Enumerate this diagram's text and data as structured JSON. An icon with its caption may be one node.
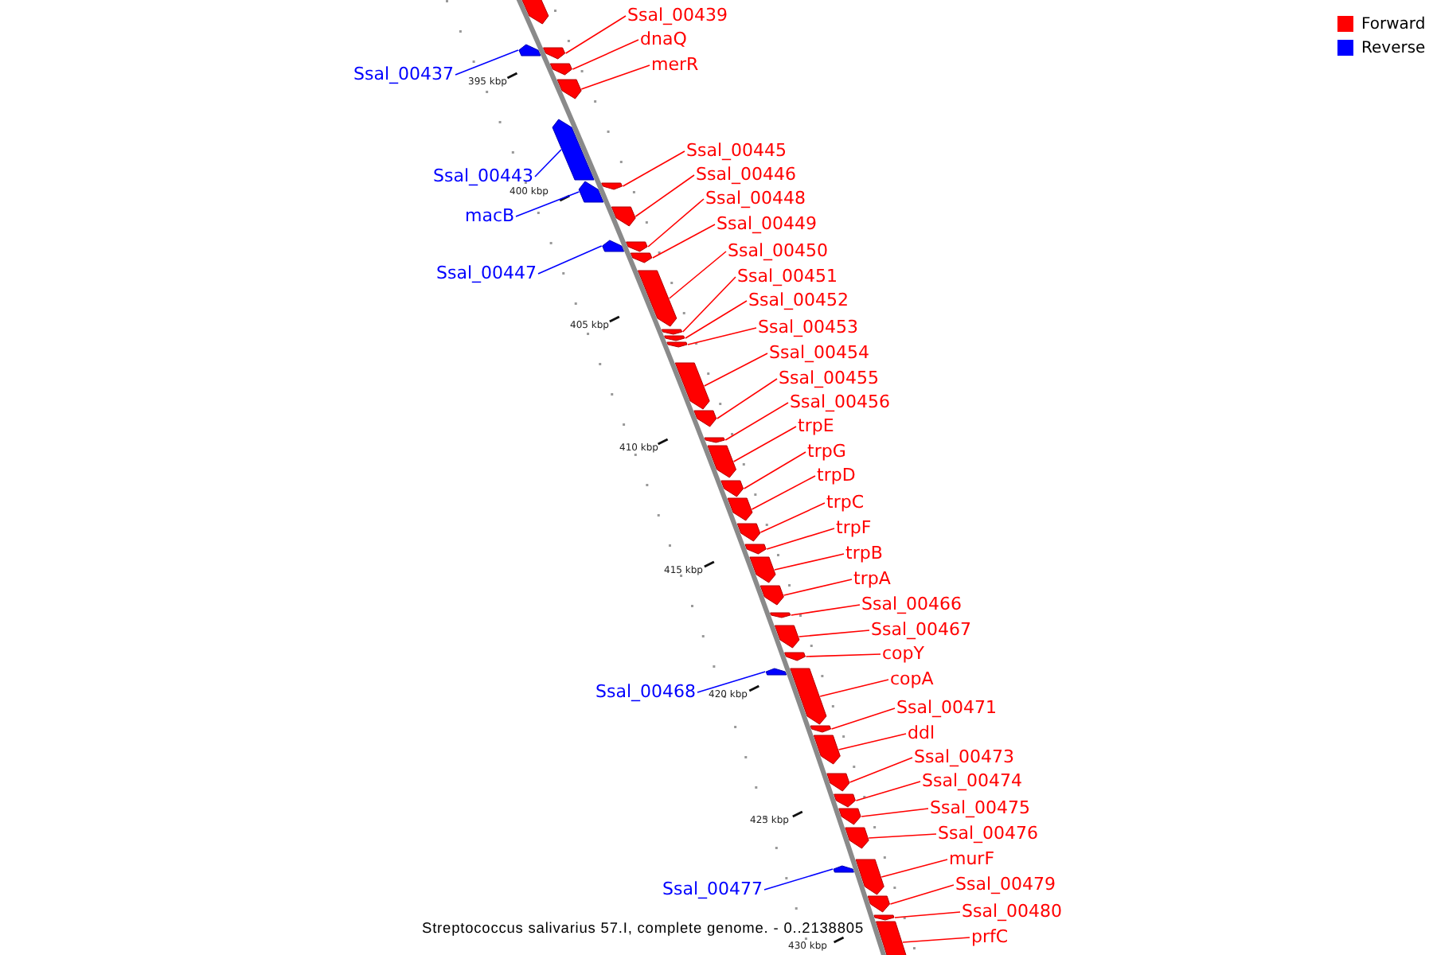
{
  "diagram": {
    "caption": "Streptococcus salivarius 57.I, complete genome. - 0..2138805",
    "nodes": [
      {
        "text": [
          "Ssal_00439"
        ]
      },
      {
        "text": [
          "dnaQ"
        ]
      },
      {
        "text": [
          "merR"
        ]
      },
      {
        "text": [
          "Ssal_00437"
        ]
      },
      {
        "text": [
          "Ssal_00445"
        ]
      },
      {
        "text": [
          "Ssal_00446"
        ]
      },
      {
        "text": [
          "Ssal_00443"
        ]
      },
      {
        "text": [
          "Ssal_00448"
        ]
      },
      {
        "text": [
          "macB"
        ]
      },
      {
        "text": [
          "Ssal_00449"
        ]
      },
      {
        "text": [
          "Ssal_00450"
        ]
      },
      {
        "text": [
          "Ssal_00447"
        ]
      },
      {
        "text": [
          "Ssal_00451"
        ]
      },
      {
        "text": [
          "Ssal_00452"
        ]
      },
      {
        "text": [
          "Ssal_00453"
        ]
      },
      {
        "text": [
          "Ssal_00454"
        ]
      },
      {
        "text": [
          "Ssal_00455"
        ]
      },
      {
        "text": [
          "Ssal_00456"
        ]
      },
      {
        "text": [
          "trpE"
        ]
      },
      {
        "text": [
          "trpG"
        ]
      },
      {
        "text": [
          "trpD"
        ]
      },
      {
        "text": [
          "trpC"
        ]
      },
      {
        "text": [
          "trpF"
        ]
      },
      {
        "text": [
          "trpB"
        ]
      },
      {
        "text": [
          "trpA"
        ]
      },
      {
        "text": [
          "Ssal_00466"
        ]
      },
      {
        "text": [
          "Ssal_00467"
        ]
      },
      {
        "text": [
          "copY"
        ]
      },
      {
        "text": [
          "copA"
        ]
      },
      {
        "text": [
          "Ssal_00468"
        ]
      },
      {
        "text": [
          "Ssal_00471"
        ]
      },
      {
        "text": [
          "ddl"
        ]
      },
      {
        "text": [
          "Ssal_00473"
        ]
      },
      {
        "text": [
          "Ssal_00474"
        ]
      },
      {
        "text": [
          "Ssal_00475"
        ]
      },
      {
        "text": [
          "Ssal_00476"
        ]
      },
      {
        "text": [
          "murF"
        ]
      },
      {
        "text": [
          "Ssal_00479"
        ]
      },
      {
        "text": [
          "Ssal_00477"
        ]
      },
      {
        "text": [
          "Ssal_00480"
        ]
      },
      {
        "text": [
          "prfC"
        ]
      },
      {
        "text": [],
        "shape": "arrow"
      },
      {
        "text": [],
        "shape": "arrow"
      },
      {
        "text": [],
        "shape": "arrow"
      },
      {
        "text": [],
        "shape": "arrow"
      },
      {
        "text": [],
        "shape": "arrow"
      },
      {
        "text": [],
        "shape": "arrow"
      },
      {
        "text": [],
        "shape": "arrow"
      },
      {
        "text": [],
        "shape": "arrow"
      },
      {
        "text": [],
        "shape": "arrow"
      },
      {
        "text": [],
        "shape": "arrow"
      },
      {
        "text": [],
        "shape": "arrow"
      },
      {
        "text": [],
        "shape": "arrow"
      },
      {
        "text": [],
        "shape": "arrow"
      },
      {
        "text": [],
        "shape": "arrow"
      },
      {
        "text": [],
        "shape": "arrow"
      },
      {
        "text": [],
        "shape": "arrow"
      },
      {
        "text": [],
        "shape": "arrow"
      },
      {
        "text": [],
        "shape": "arrow"
      },
      {
        "text": [],
        "shape": "arrow"
      },
      {
        "text": [],
        "shape": "arrow"
      },
      {
        "text": [],
        "shape": "arrow"
      },
      {
        "text": [],
        "shape": "arrow"
      },
      {
        "text": [],
        "shape": "arrow"
      },
      {
        "text": [],
        "shape": "arrow"
      },
      {
        "text": [],
        "shape": "arrow"
      },
      {
        "text": [],
        "shape": "arrow"
      },
      {
        "text": [],
        "shape": "arrow"
      },
      {
        "text": [],
        "shape": "arrow"
      },
      {
        "text": [],
        "shape": "arrow"
      },
      {
        "text": [],
        "shape": "arrow"
      },
      {
        "text": [],
        "shape": "arrow"
      },
      {
        "text": [],
        "shape": "arrow"
      },
      {
        "text": [],
        "shape": "arrow"
      },
      {
        "text": [],
        "shape": "arrow"
      },
      {
        "text": [],
        "shape": "arrow"
      },
      {
        "text": [],
        "shape": "arrow"
      },
      {
        "text": [],
        "shape": "arrow"
      },
      {
        "text": [],
        "shape": "arrow"
      },
      {
        "text": [],
        "shape": "arrow"
      },
      {
        "text": [],
        "shape": "arrow"
      },
      {
        "text": [],
        "shape": "arrow"
      },
      {
        "text": [],
        "shape": "arrow"
      }
    ],
    "edges": [
      {
        "from": 0,
        "to": 42,
        "arrow": "none"
      },
      {
        "from": 1,
        "to": 43,
        "arrow": "none"
      },
      {
        "from": 2,
        "to": 44,
        "arrow": "none"
      },
      {
        "from": 3,
        "to": 45,
        "arrow": "none",
        "color": "#0000ff"
      },
      {
        "from": 4,
        "to": 46,
        "arrow": "none"
      },
      {
        "from": 5,
        "to": 47,
        "arrow": "none"
      },
      {
        "from": 6,
        "to": 48,
        "arrow": "none",
        "color": "#0000ff"
      },
      {
        "from": 7,
        "to": 49,
        "arrow": "none"
      },
      {
        "from": 8,
        "to": 50,
        "arrow": "none",
        "color": "#0000ff"
      },
      {
        "from": 9,
        "to": 51,
        "arrow": "none"
      },
      {
        "from": 10,
        "to": 52,
        "arrow": "none"
      },
      {
        "from": 11,
        "to": 53,
        "arrow": "none",
        "color": "#0000ff"
      },
      {
        "from": 12,
        "to": 54,
        "arrow": "none"
      },
      {
        "from": 13,
        "to": 55,
        "arrow": "none"
      },
      {
        "from": 14,
        "to": 56,
        "arrow": "none"
      },
      {
        "from": 15,
        "to": 57,
        "arrow": "none"
      },
      {
        "from": 16,
        "to": 58,
        "arrow": "none"
      },
      {
        "from": 17,
        "to": 59,
        "arrow": "none"
      },
      {
        "from": 18,
        "to": 60,
        "arrow": "none"
      },
      {
        "from": 19,
        "to": 61,
        "arrow": "none"
      },
      {
        "from": 20,
        "to": 62,
        "arrow": "none"
      },
      {
        "from": 21,
        "to": 63,
        "arrow": "none"
      },
      {
        "from": 22,
        "to": 64,
        "arrow": "none"
      },
      {
        "from": 23,
        "to": 65,
        "arrow": "none"
      },
      {
        "from": 24,
        "to": 66,
        "arrow": "none"
      },
      {
        "from": 25,
        "to": 67,
        "arrow": "none"
      },
      {
        "from": 26,
        "to": 68,
        "arrow": "none"
      },
      {
        "from": 27,
        "to": 69,
        "arrow": "none"
      },
      {
        "from": 28,
        "to": 70,
        "arrow": "none"
      },
      {
        "from": 29,
        "to": 71,
        "arrow": "none",
        "color": "#0000ff"
      },
      {
        "from": 30,
        "to": 72,
        "arrow": "none"
      },
      {
        "from": 31,
        "to": 73,
        "arrow": "none"
      },
      {
        "from": 32,
        "to": 74,
        "arrow": "none"
      },
      {
        "from": 33,
        "to": 75,
        "arrow": "none"
      },
      {
        "from": 34,
        "to": 76,
        "arrow": "none"
      },
      {
        "from": 35,
        "to": 77,
        "arrow": "none"
      },
      {
        "from": 36,
        "to": 78,
        "arrow": "none"
      },
      {
        "from": 37,
        "to": 79,
        "arrow": "none"
      },
      {
        "from": 38,
        "to": 80,
        "arrow": "none",
        "color": "#0000ff"
      },
      {
        "from": 39,
        "to": 81,
        "arrow": "none"
      },
      {
        "from": 40,
        "to": 82,
        "arrow": "none"
      }
    ],
    "labels": [
      "395 kbp",
      "400 kbp",
      "405 kbp",
      "410 kbp",
      "415 kbp",
      "420 kbp",
      "425 kbp",
      "430 kbp"
    ],
    "legend": [
      {
        "text": "Forward",
        "color": "#ff0000"
      },
      {
        "text": "Reverse",
        "color": "#0000ff"
      }
    ]
  }
}
